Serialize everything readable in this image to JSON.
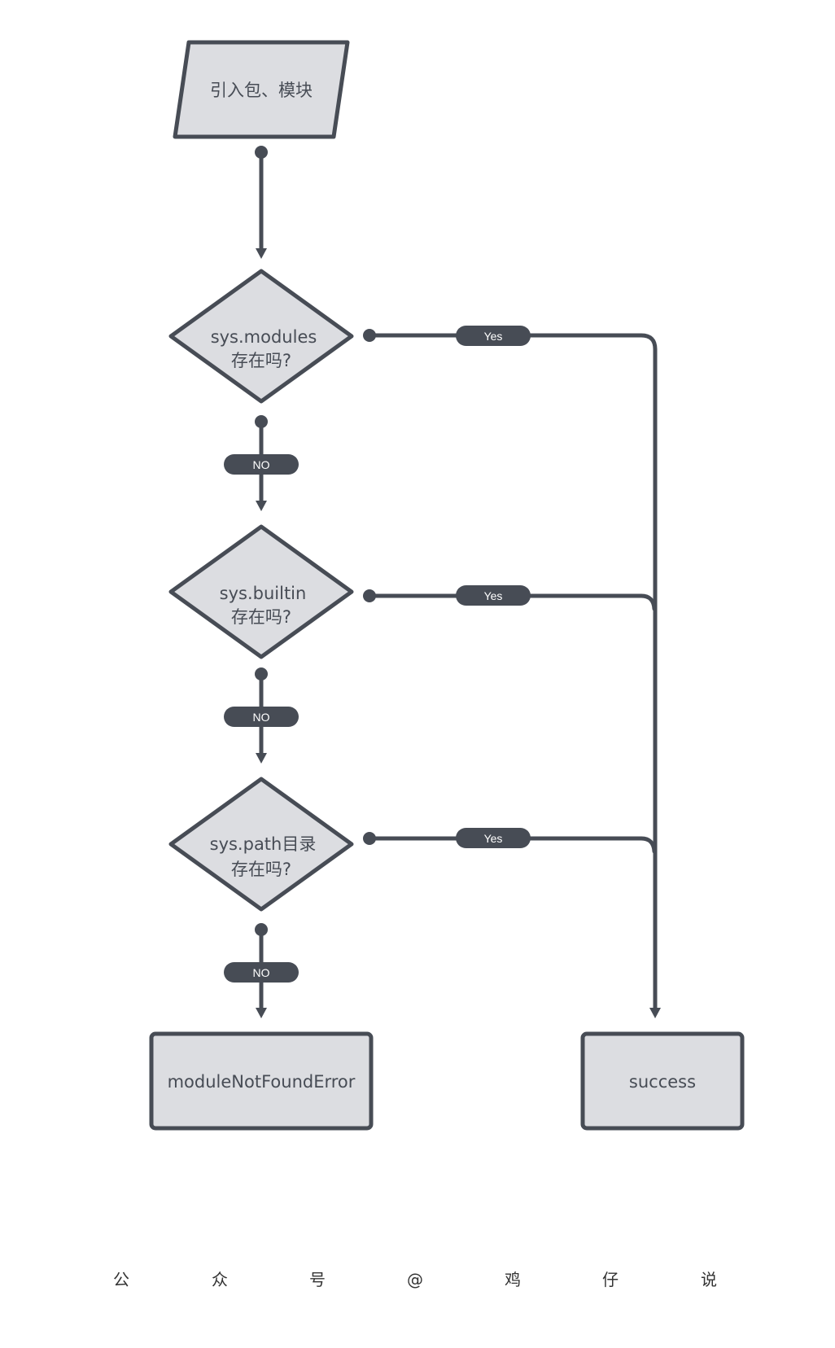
{
  "diagram": {
    "start": {
      "label": "引入包、模块"
    },
    "decisions": [
      {
        "line1": "sys.modules",
        "line2": "存在吗?"
      },
      {
        "line1": "sys.builtin",
        "line2": "存在吗?"
      },
      {
        "line1": "sys.path目录",
        "line2": "存在吗?"
      }
    ],
    "yes_label": "Yes",
    "no_label": "NO",
    "end_error": {
      "label": "moduleNotFoundError"
    },
    "end_success": {
      "label": "success"
    }
  },
  "colors": {
    "stroke": "#474c55",
    "fill": "#dcdde1",
    "pill_text": "#ffffff"
  },
  "footer": {
    "chars": [
      "公",
      "众",
      "号",
      "@",
      "鸡",
      "仔",
      "说"
    ]
  }
}
